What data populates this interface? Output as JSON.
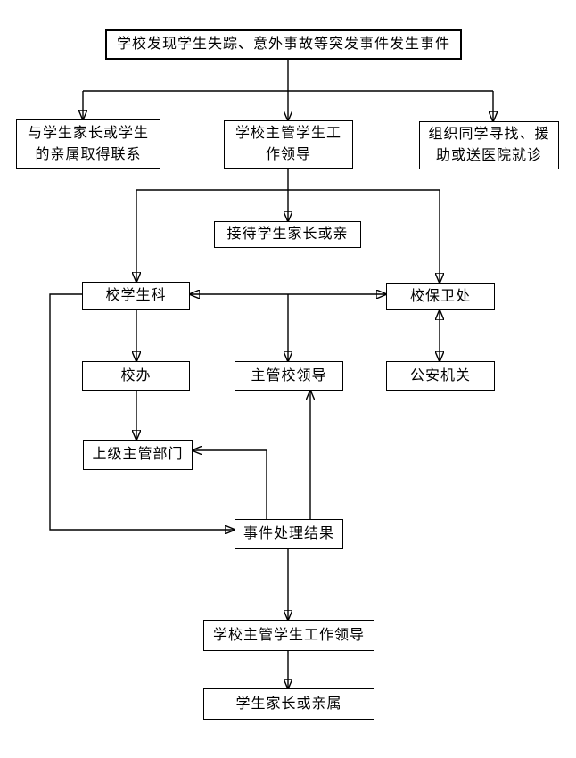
{
  "diagram": {
    "type": "flowchart",
    "colors": {
      "line": "#000000",
      "box_border": "#000000",
      "background": "#ffffff",
      "text": "#000000"
    },
    "nodes": [
      {
        "id": "incident",
        "label": "学校发现学生失踪、意外事故等突发事件发生事件"
      },
      {
        "id": "contact-family",
        "label": "与学生家长或学生\n的亲属取得联系"
      },
      {
        "id": "student-work-leader",
        "label": "学校主管学生工\n作领导"
      },
      {
        "id": "organize-search",
        "label": "组织同学寻找、援\n助或送医院就诊"
      },
      {
        "id": "reception",
        "label": "接待学生家长或亲"
      },
      {
        "id": "student-affairs-office",
        "label": "校学生科"
      },
      {
        "id": "security-office",
        "label": "校保卫处"
      },
      {
        "id": "school-office",
        "label": "校办"
      },
      {
        "id": "supervising-school-leaders",
        "label": "主管校领导"
      },
      {
        "id": "police",
        "label": "公安机关"
      },
      {
        "id": "higher-authority",
        "label": "上级主管部门"
      },
      {
        "id": "incident-result",
        "label": "事件处理结果"
      },
      {
        "id": "student-work-leader-2",
        "label": "学校主管学生工作领导"
      },
      {
        "id": "parents",
        "label": "学生家长或亲属"
      }
    ],
    "edges": [
      {
        "from": "incident",
        "to": "contact-family",
        "type": "arrow"
      },
      {
        "from": "incident",
        "to": "student-work-leader",
        "type": "arrow"
      },
      {
        "from": "incident",
        "to": "organize-search",
        "type": "arrow"
      },
      {
        "from": "student-work-leader",
        "to": "reception",
        "type": "arrow"
      },
      {
        "from": "student-work-leader",
        "to": "student-affairs-office",
        "type": "arrow"
      },
      {
        "from": "student-work-leader",
        "to": "security-office",
        "type": "arrow"
      },
      {
        "from": "student-affairs-office",
        "to": "security-office",
        "type": "double-arrow"
      },
      {
        "from": "student-affairs-office/security-office-link",
        "to": "supervising-school-leaders",
        "type": "arrow"
      },
      {
        "from": "student-affairs-office",
        "to": "school-office",
        "type": "arrow"
      },
      {
        "from": "security-office",
        "to": "police",
        "type": "double-arrow"
      },
      {
        "from": "school-office",
        "to": "higher-authority",
        "type": "arrow"
      },
      {
        "from": "student-affairs-office",
        "to": "incident-result",
        "type": "arrow"
      },
      {
        "from": "incident-result",
        "to": "higher-authority",
        "type": "arrow"
      },
      {
        "from": "incident-result",
        "to": "supervising-school-leaders",
        "type": "arrow"
      },
      {
        "from": "incident-result",
        "to": "student-work-leader-2",
        "type": "arrow"
      },
      {
        "from": "student-work-leader-2",
        "to": "parents",
        "type": "arrow"
      }
    ]
  }
}
